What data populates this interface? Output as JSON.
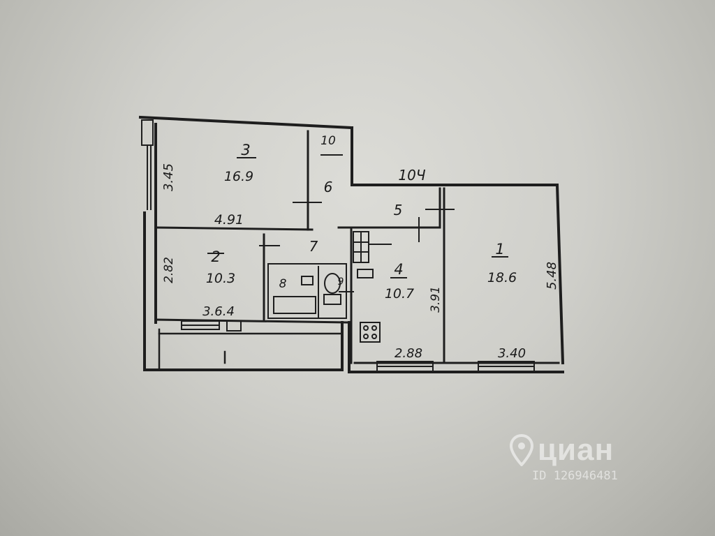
{
  "floor_plan": {
    "rooms": [
      {
        "number": "1",
        "area": "18.6"
      },
      {
        "number": "2",
        "area": "10.3"
      },
      {
        "number": "3",
        "area": "16.9"
      },
      {
        "number": "4",
        "area": "10.7"
      },
      {
        "number": "5"
      },
      {
        "number": "6"
      },
      {
        "number": "7"
      },
      {
        "number": "8"
      },
      {
        "number": "9"
      },
      {
        "number": "10"
      },
      {
        "number": "10Ч"
      }
    ],
    "dimensions": {
      "room3_height": "3.45",
      "room3_width": "4.91",
      "room2_height": "2.82",
      "room2_width": "3.6.4",
      "room4_height": "3.91",
      "room4_width": "2.88",
      "room1_height": "5.48",
      "room1_width": "3.40"
    }
  },
  "watermark": {
    "brand": "циан",
    "id_text": "ID 126946481",
    "icon": "location-pin-icon"
  }
}
